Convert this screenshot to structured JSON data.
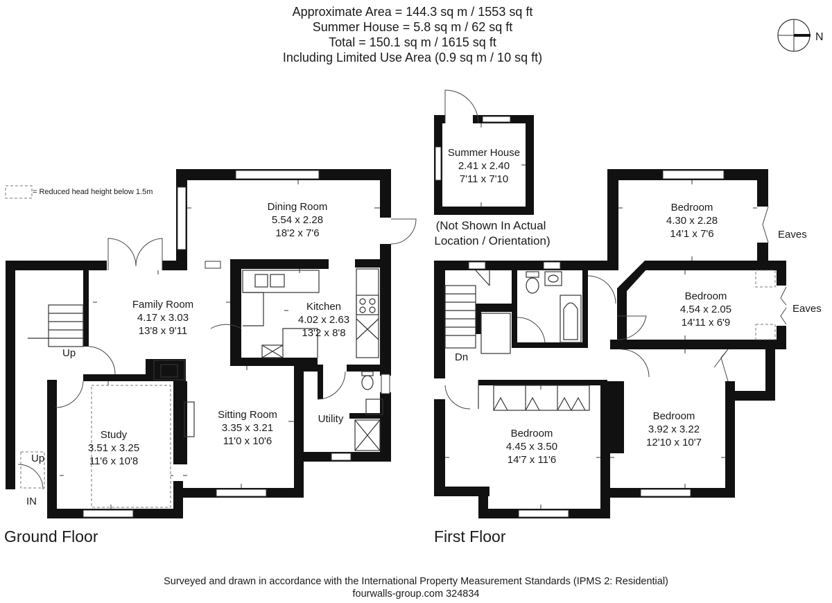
{
  "header": {
    "line1": "Approximate  Area = 144.3 sq m / 1553 sq ft",
    "line2": "Summer House =  5.8 sq m / 62 sq ft",
    "line3": "Total = 150.1 sq m / 1615 sq ft",
    "line4": "Including Limited Use Area (0.9 sq m / 10 sq ft)"
  },
  "compass": {
    "label": "N"
  },
  "legend": {
    "text": "= Reduced head height below 1.5m"
  },
  "ground_floor": {
    "title": "Ground Floor",
    "rooms": {
      "dining": {
        "name": "Dining Room",
        "metric": "5.54 x 2.28",
        "imperial": "18'2 x 7'6"
      },
      "family": {
        "name": "Family Room",
        "metric": "4.17 x 3.03",
        "imperial": "13'8 x 9'11"
      },
      "kitchen": {
        "name": "Kitchen",
        "metric": "4.02 x 2.63",
        "imperial": "13'2 x 8'8"
      },
      "sitting": {
        "name": "Sitting Room",
        "metric": "3.35 x 3.21",
        "imperial": "11'0 x 10'6"
      },
      "study": {
        "name": "Study",
        "metric": "3.51 x 3.25",
        "imperial": "11'6 x 10'8"
      },
      "utility": {
        "name": "Utility"
      }
    },
    "labels": {
      "up1": "Up",
      "up2": "Up",
      "entrance": "IN"
    }
  },
  "summer_house": {
    "name": "Summer House",
    "metric": "2.41 x 2.40",
    "imperial": "7'11 x 7'10",
    "note_line1": "(Not Shown In Actual",
    "note_line2": "Location / Orientation)"
  },
  "first_floor": {
    "title": "First Floor",
    "rooms": {
      "bedroom_top": {
        "name": "Bedroom",
        "metric": "4.30 x 2.28",
        "imperial": "14'1 x 7'6"
      },
      "bedroom_mid": {
        "name": "Bedroom",
        "metric": "4.54 x 2.05",
        "imperial": "14'11 x 6'9"
      },
      "bedroom_left": {
        "name": "Bedroom",
        "metric": "4.45 x 3.50",
        "imperial": "14'7 x 11'6"
      },
      "bedroom_right": {
        "name": "Bedroom",
        "metric": "3.92 x 3.22",
        "imperial": "12'10 x 10'7"
      }
    },
    "labels": {
      "down": "Dn",
      "eaves1": "Eaves",
      "eaves2": "Eaves"
    }
  },
  "footer": {
    "line1": "Surveyed and drawn in accordance with the International Property Measurement Standards (IPMS 2: Residential)",
    "line2": "fourwalls-group.com 324834"
  }
}
